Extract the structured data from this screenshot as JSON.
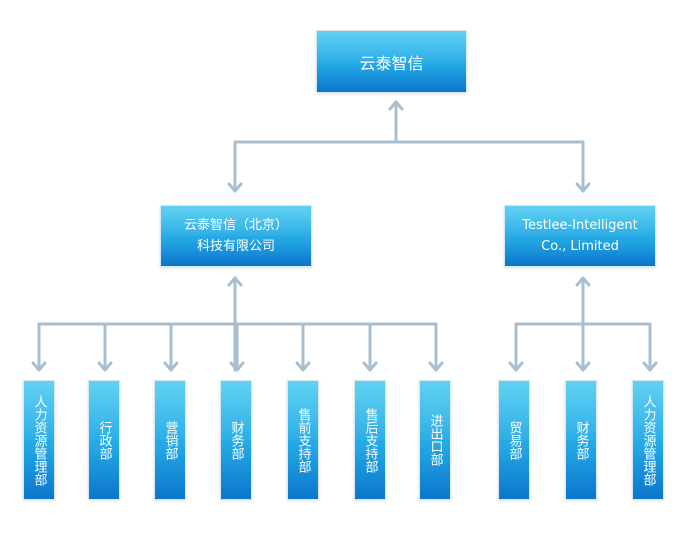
{
  "colors": {
    "line": "#a8bfd1",
    "box_top": "#3ec7ef",
    "box_mid": "#24a8e5",
    "box_bottom": "#0b76cb",
    "text": "#ffffff"
  },
  "org": {
    "root": {
      "label": "云泰智信"
    },
    "branches": [
      {
        "line1": "云泰智信（北京）",
        "line2": "科技有限公司",
        "departments": [
          {
            "label": "人力资源管理部"
          },
          {
            "label": "行政部"
          },
          {
            "label": "营销部"
          },
          {
            "label": "财务部"
          },
          {
            "label": "售前支持部"
          },
          {
            "label": "售后支持部"
          },
          {
            "label": "进出口部"
          }
        ]
      },
      {
        "line1": "Testlee-Intelligent",
        "line2": "Co., Limited",
        "departments": [
          {
            "label": "贸易部"
          },
          {
            "label": "财务部"
          },
          {
            "label": "人力资源管理部"
          }
        ]
      }
    ]
  }
}
